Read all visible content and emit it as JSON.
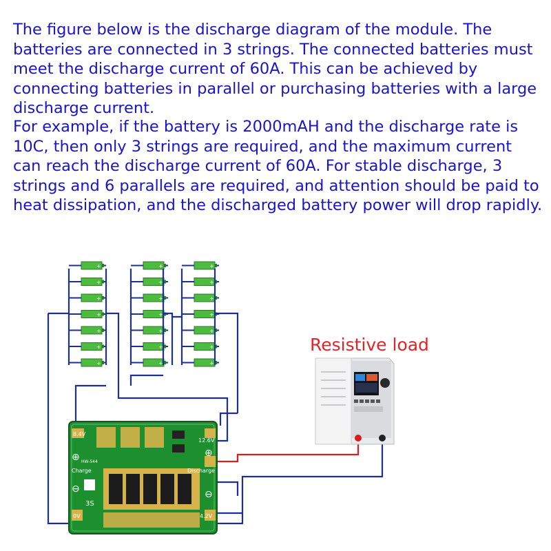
{
  "description": {
    "paragraph1": "The figure below is the discharge diagram of the module. The batteries are connected in 3 strings. The connected batteries must meet the discharge current of 60A. This can be achieved by connecting batteries in parallel or purchasing batteries with a large discharge current.",
    "paragraph2": "For example, if the battery is 2000mAH and the discharge rate is 10C, then only 3 strings are required, and the maximum current can reach the discharge current of 60A. For stable discharge, 3 strings and 6 parallels are required, and attention should be paid to heat dissipation, and the discharged battery power will drop rapidly."
  },
  "diagram": {
    "load_label": "Resistive load",
    "battery_groups": 3,
    "cells_per_group": 7,
    "cell_plus_sign": "+",
    "board": {
      "model": "HW-544",
      "pad_labels": {
        "v84": "8.4V",
        "v126": "12.6V",
        "v0": "0V",
        "v42": "4.2V",
        "charge": "Charge",
        "discharge": "Discharge",
        "series": "3S"
      },
      "plus_symbol": "⊕",
      "minus_symbol": "⊖"
    },
    "colors": {
      "wire_blue": "#1c2f96",
      "wire_red": "#d81e1e",
      "pcb_green": "#1d8f2e",
      "cell_green": "#4dbb3f"
    }
  }
}
